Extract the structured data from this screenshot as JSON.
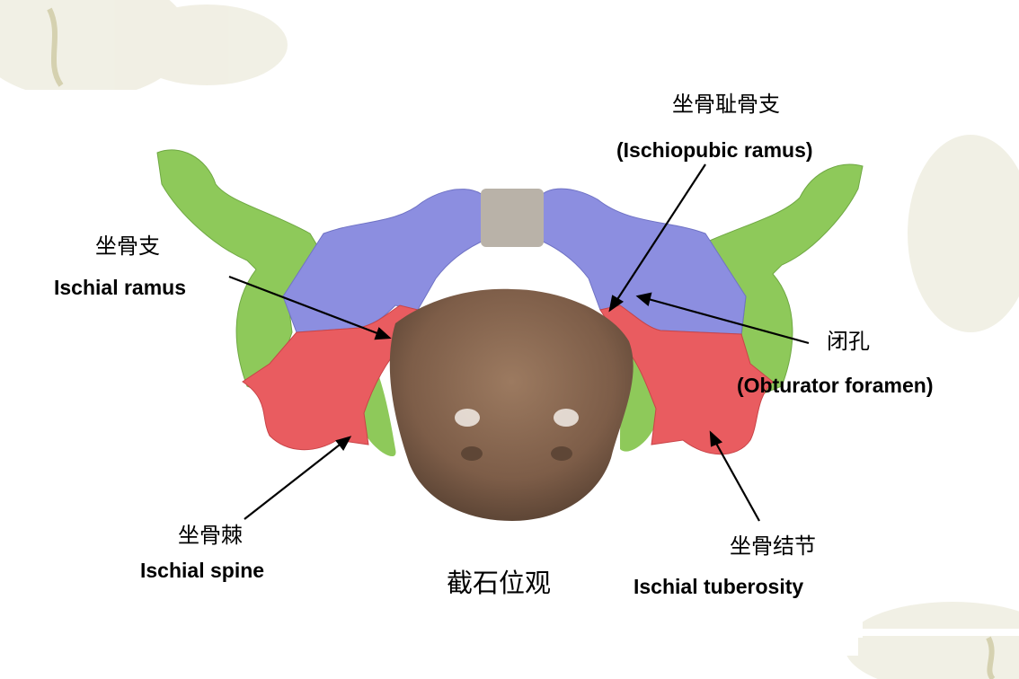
{
  "slide": {
    "caption": "截石位观",
    "labels": {
      "ischiopubic_ramus_cn": "坐骨耻骨支",
      "ischiopubic_ramus_en": "(Ischiopubic ramus)",
      "ischial_ramus_cn": "坐骨支",
      "ischial_ramus_en": "Ischial ramus",
      "obturator_foramen_cn": "闭孔",
      "obturator_foramen_en": "(Obturator foramen)",
      "ischial_spine_cn": "坐骨棘",
      "ischial_spine_en": "Ischial spine",
      "ischial_tuberosity_cn": "坐骨结节",
      "ischial_tuberosity_en": "Ischial tuberosity"
    }
  },
  "colors": {
    "ilium_green": "#8ec95a",
    "pubis_blue": "#8c8ee0",
    "ischium_red": "#e95c60",
    "sacrum_brown": "#8a6a52",
    "symphysis_gray": "#b9b2a8",
    "decor_beige": "#e6e3cf"
  }
}
